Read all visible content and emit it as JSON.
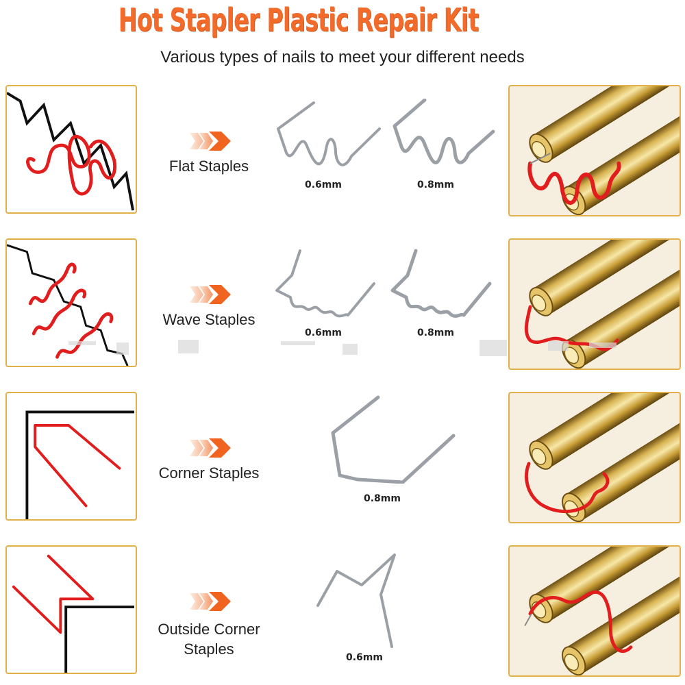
{
  "header": {
    "title": "Hot Stapler Plastic Repair Kit",
    "subtitle": "Various types of nails to meet your different needs"
  },
  "colors": {
    "title": "#f26b2a",
    "frame": "#e2b04a",
    "wire_red": "#e11d1d",
    "brass": "#c9a035"
  },
  "rows": [
    {
      "label": "Flat Staples",
      "sizes": [
        "0.6mm",
        "0.8mm"
      ]
    },
    {
      "label": "Wave Staples",
      "sizes": [
        "0.6mm",
        "0.8mm"
      ]
    },
    {
      "label": "Corner Staples",
      "sizes": [
        "0.8mm"
      ]
    },
    {
      "label_line1": "Outside Corner",
      "label_line2": "Staples",
      "sizes": [
        "0.6mm"
      ]
    }
  ]
}
